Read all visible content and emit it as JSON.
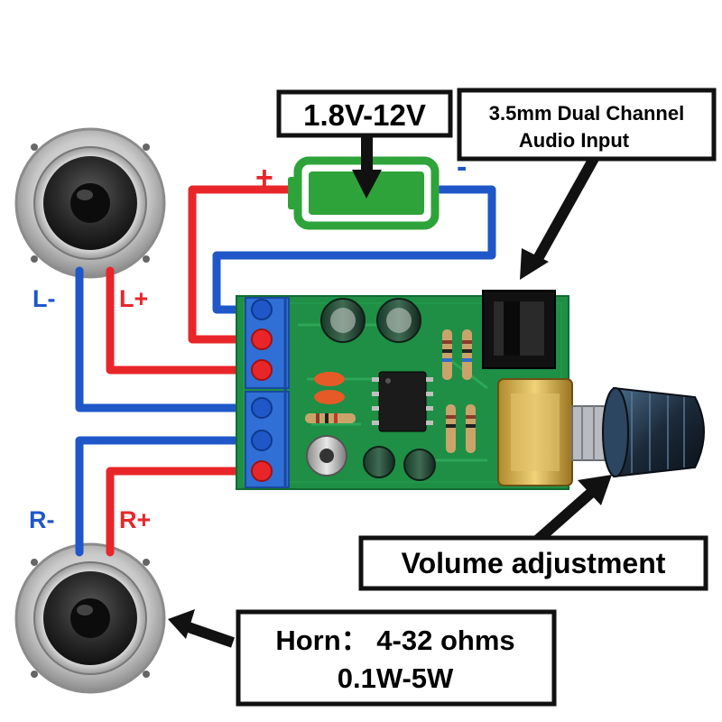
{
  "labels": {
    "voltage": "1.8V-12V",
    "audio_input_line1": "3.5mm Dual Channel",
    "audio_input_line2": "Audio Input",
    "volume": "Volume adjustment",
    "horn_line1": "Horn：  4-32 ohms",
    "horn_line2": "0.1W-5W"
  },
  "polarity": {
    "battery_plus": "+",
    "battery_minus": "-",
    "left_minus": "L-",
    "left_plus": "L+",
    "right_minus": "R-",
    "right_plus": "R+"
  },
  "colors": {
    "positive_wire": "#e8262a",
    "negative_wire": "#1f57c9",
    "battery": "#2ea33a",
    "pcb": "#1e8f45",
    "terminal": "#2f6fd6"
  }
}
